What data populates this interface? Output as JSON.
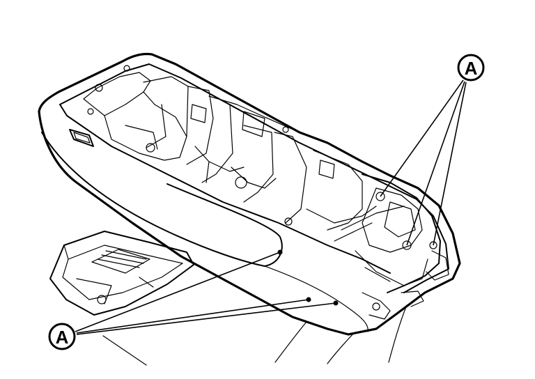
{
  "figure": {
    "callouts": [
      {
        "id": "upper",
        "label": "A"
      },
      {
        "id": "lower",
        "label": "A"
      }
    ],
    "colors": {
      "ink": "#000000",
      "background": "#ffffff"
    }
  }
}
